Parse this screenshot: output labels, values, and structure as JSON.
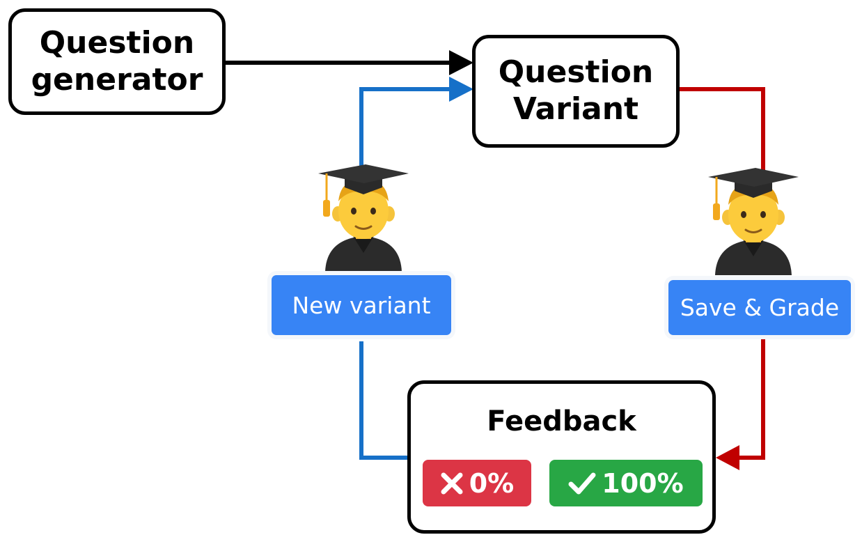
{
  "nodes": {
    "generator": {
      "line1": "Question",
      "line2": "generator"
    },
    "variant": {
      "line1": "Question",
      "line2": "Variant"
    },
    "feedback": {
      "title": "Feedback"
    }
  },
  "feedback_badges": {
    "fail": {
      "value": "0%",
      "icon": "x-icon",
      "color": "#dc3545"
    },
    "pass": {
      "value": "100%",
      "icon": "check-icon",
      "color": "#28a745"
    }
  },
  "buttons": {
    "new_variant": {
      "label": "New variant",
      "color": "#3784f5"
    },
    "save_grade": {
      "label": "Save & Grade",
      "color": "#3784f5"
    }
  },
  "icons": {
    "student": "student-icon"
  },
  "colors": {
    "black_arrow": "#000000",
    "blue_arrow": "#1670c8",
    "red_arrow": "#c00000"
  }
}
